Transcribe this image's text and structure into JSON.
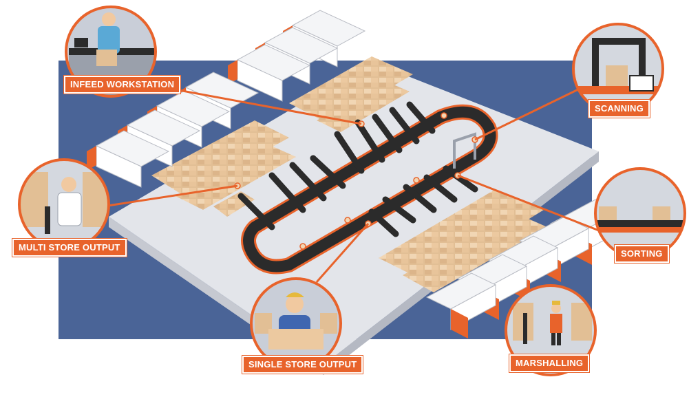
{
  "colors": {
    "accent": "#e8632b",
    "background_panel": "#4a6497",
    "floor": "#e3e5ea",
    "conveyor": "#2b2b2b",
    "box": "#e8c8a0",
    "truck_cab": "#e8632b",
    "truck_trailer": "#f4f5f7"
  },
  "stations": {
    "infeed": {
      "label": "INFEED WORKSTATION",
      "icon": "worker-with-box"
    },
    "scanning": {
      "label": "SCANNING",
      "icon": "scanner-gate"
    },
    "multi_store": {
      "label": "MULTI STORE OUTPUT",
      "icon": "worker-at-shelves"
    },
    "sorting": {
      "label": "SORTING",
      "icon": "sorting-conveyor"
    },
    "single_store": {
      "label": "SINGLE STORE OUTPUT",
      "icon": "worker-holding-box"
    },
    "marshalling": {
      "label": "MARSHALLING",
      "icon": "worker-in-hi-vis"
    }
  }
}
